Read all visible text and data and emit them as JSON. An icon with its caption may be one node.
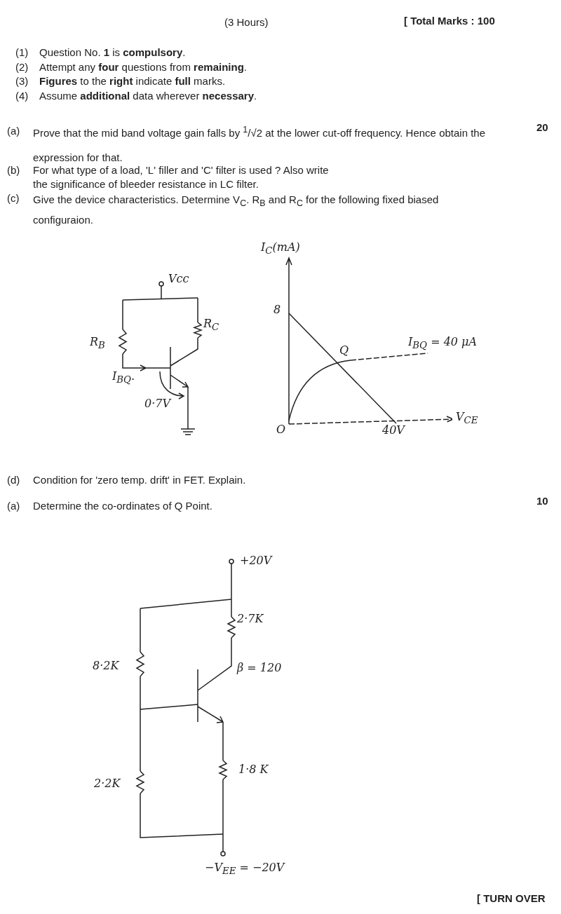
{
  "diagram": {
    "labels": [
      "(3 Hours)",
      "[ Total Marks : 100",
      "(1)",
      "Question No. **1** is **compulsory**.",
      "(2)",
      "Attempt any **four** questions from **remaining**.",
      "(3)",
      "**Figures** to the **right** indicate **full** marks.",
      "(4)",
      "Assume **additional** data wherever **necessary**.",
      "(a)",
      "Prove that the mid band voltage gain falls by $^{1}$/√2 at the lower cut-off frequency. Hence obtain the expression for that.",
      "20",
      "(b)",
      "For what type of a load, 'L' filler and 'C' filter is used ? Also write the significance of bleeder resistance in LC filter.",
      "(c)",
      "Give the device characteristics. Determine V$_{C}$. R$_{B}$ and R$_{C}$ for the following fixed biased configuraion.",
      "Vcc",
      "R$_{B}$",
      "R$_{C}$",
      "I$_{BQ}$.",
      "0·7V",
      "I$_{C}$(mA)",
      "8",
      "Q",
      "I$_{BQ}$ = 40 μA",
      "O",
      "40V",
      "V$_{CE}$",
      "(d)",
      "Condition for 'zero temp. drift' in FET. Explain.",
      "(a)",
      "Determine the co-ordinates of Q Point.",
      "10",
      "+20V",
      "2·7K",
      "8·2K",
      "β = 120",
      "2·2K",
      "1·8 K",
      "−V$_{EE}$ = −20V",
      "[ TURN OVER"
    ]
  }
}
